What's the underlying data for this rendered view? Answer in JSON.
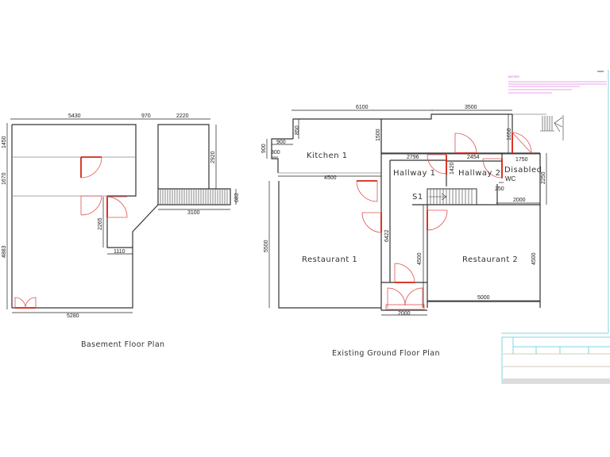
{
  "basement": {
    "title": "Basement Floor Plan",
    "dims": [
      "5430",
      "970",
      "2220",
      "1450",
      "1670",
      "4883",
      "2920",
      "683",
      "3100",
      "2265",
      "1110",
      "5280"
    ]
  },
  "ground": {
    "title": "Existing Ground Floor Plan",
    "rooms": [
      "Kitchen 1",
      "Hallway 1",
      "Hallway 2",
      "Disabled",
      "WC",
      "Restaurant 1",
      "Restaurant 2",
      "S1"
    ],
    "dims": [
      "6100",
      "3500",
      "850",
      "900",
      "900",
      "300",
      "1500",
      "2796",
      "2454",
      "1650",
      "1750",
      "1420",
      "4500",
      "250",
      "2250",
      "2000",
      "5500",
      "6422",
      "4500",
      "4500",
      "5000",
      "2000"
    ]
  },
  "title_block": {
    "notes_heading": "NOTES"
  },
  "colors": {
    "wall": "#333333",
    "door": "#dd2211",
    "title_block": "#7fd6e0",
    "notes": "#d04cd0"
  }
}
